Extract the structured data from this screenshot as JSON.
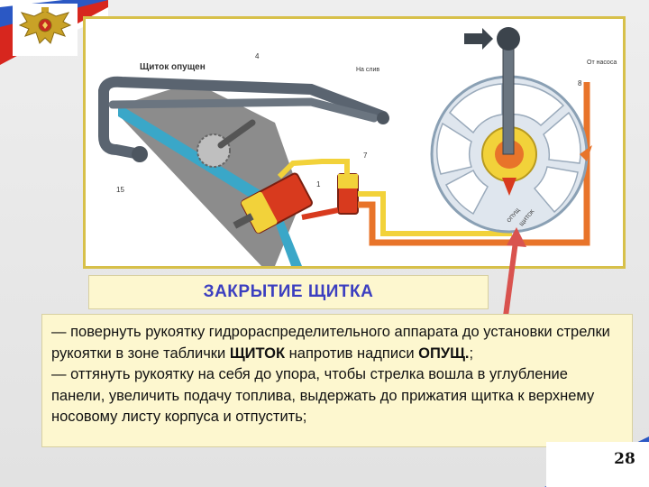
{
  "diagram": {
    "label_flap_down": "Щиток опущен",
    "label_to_drain": "На слив",
    "label_from_pump": "От насоса",
    "callouts": [
      "4",
      "8",
      "7",
      "1",
      "15"
    ],
    "dial_label_1": "ОПУЩ",
    "dial_label_2": "ЩИТОК"
  },
  "title": "ЗАКРЫТИЕ ЩИТКА",
  "body": {
    "p1_prefix": "— повернуть рукоятку гидрораспределительного аппарата до установки стрелки рукоятки в зоне таблички ",
    "p1_bold1": "ЩИТОК",
    "p1_mid": " напротив надписи ",
    "p1_bold2": "ОПУЩ.",
    "p1_suffix": ";",
    "p2": "— оттянуть рукоятку на себя до упора, чтобы стрелка вошла в углубление панели, увеличить подачу топлива, выдержать до прижатия щитка к верхнему носовому листу корпуса и отпустить;"
  },
  "page_number": "28",
  "colors": {
    "frame": "#d7c04a",
    "title_text": "#3c3fc0",
    "box_fill": "#fdf7cf",
    "pipe_yellow": "#f2d23a",
    "pipe_orange": "#e8742a",
    "pipe_red": "#d83a1e",
    "arrow_red": "#d9534f"
  }
}
